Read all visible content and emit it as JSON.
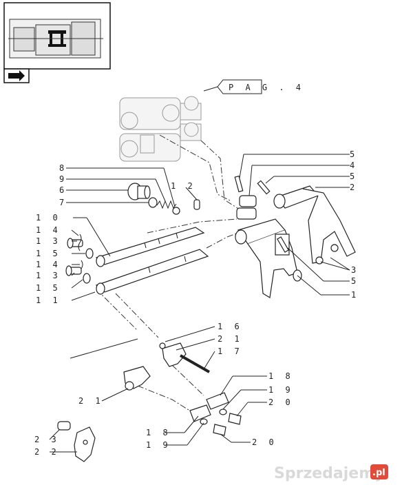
{
  "page_ref": "P A G . 4",
  "callouts": {
    "c5a": "5",
    "c4": "4",
    "c5b": "5",
    "c2": "2",
    "c8": "8",
    "c9": "9",
    "c12": "1 2",
    "c6": "6",
    "c7": "7",
    "c10": "1 0",
    "c14a": "1 4",
    "c13a": "1 3",
    "c15a": "1 5",
    "c14b": "1 4",
    "c13b": "1 3",
    "c15b": "1 5",
    "c11": "1 1",
    "c3": "3",
    "c5c": "5",
    "c1": "1",
    "c16": "1 6",
    "c21a": "2 1",
    "c17": "1 7",
    "c18a": "1 8",
    "c19a": "1 9",
    "c20a": "2 0",
    "c21b": "2 1",
    "c18b": "1 8",
    "c19b": "1 9",
    "c20b": "2 0",
    "c23": "2 3",
    "c22": "2 2"
  },
  "watermark": {
    "brand": "Sprzedajemy",
    "domain": ".pl"
  },
  "icons": {
    "thumbnail": "gearbox-thumbnail-icon",
    "nav": "next-page-arrow-icon"
  }
}
